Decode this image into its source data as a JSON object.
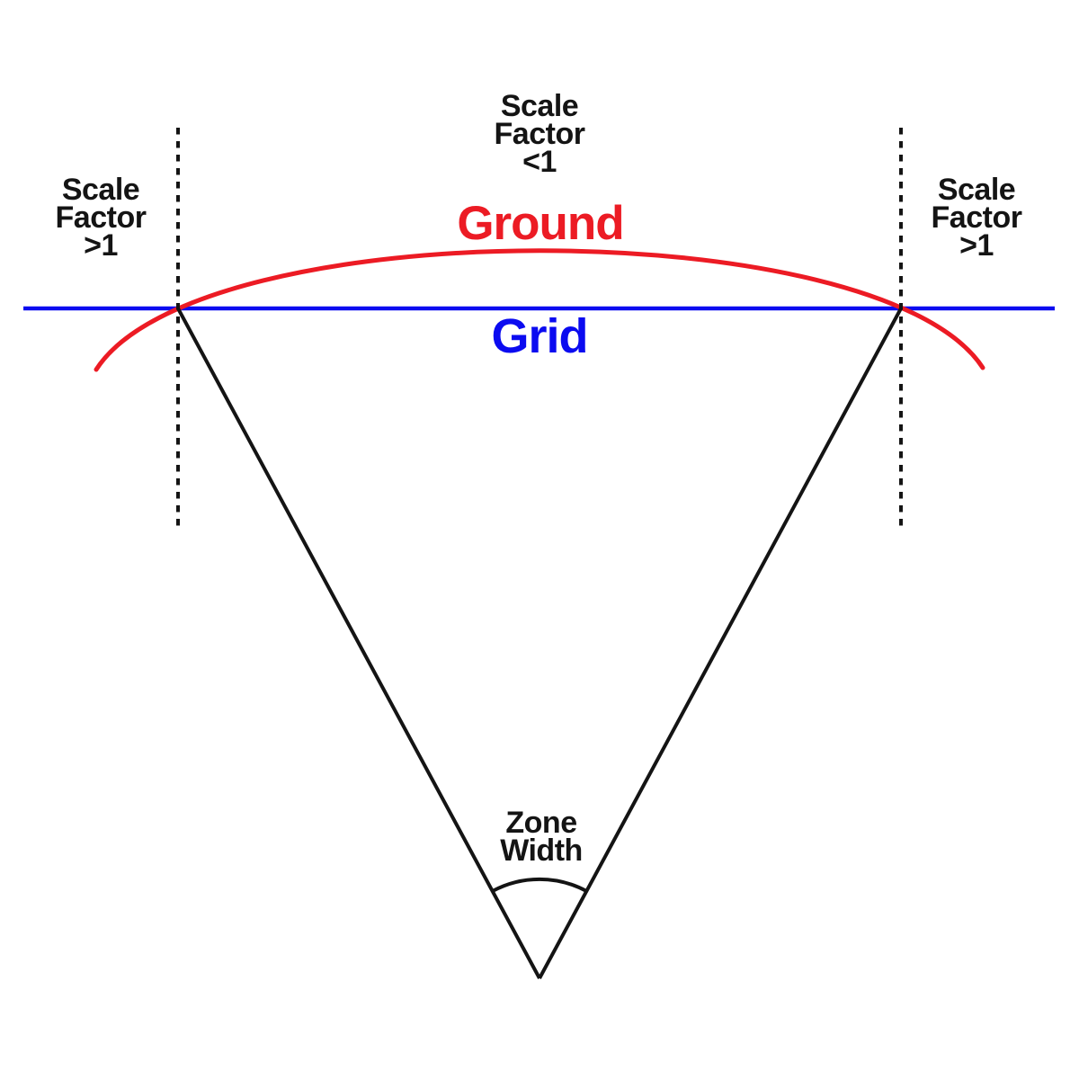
{
  "diagram": {
    "labels": {
      "scale_factor_left": "Scale\nFactor\n>1",
      "scale_factor_center": "Scale\nFactor\n<1",
      "scale_factor_right": "Scale\nFactor\n>1",
      "ground": "Ground",
      "grid": "Grid",
      "zone_width": "Zone\nWidth"
    },
    "colors": {
      "ground": "#ec1b24",
      "grid": "#0b0bf0",
      "line": "#141414",
      "background": "#ffffff"
    }
  }
}
